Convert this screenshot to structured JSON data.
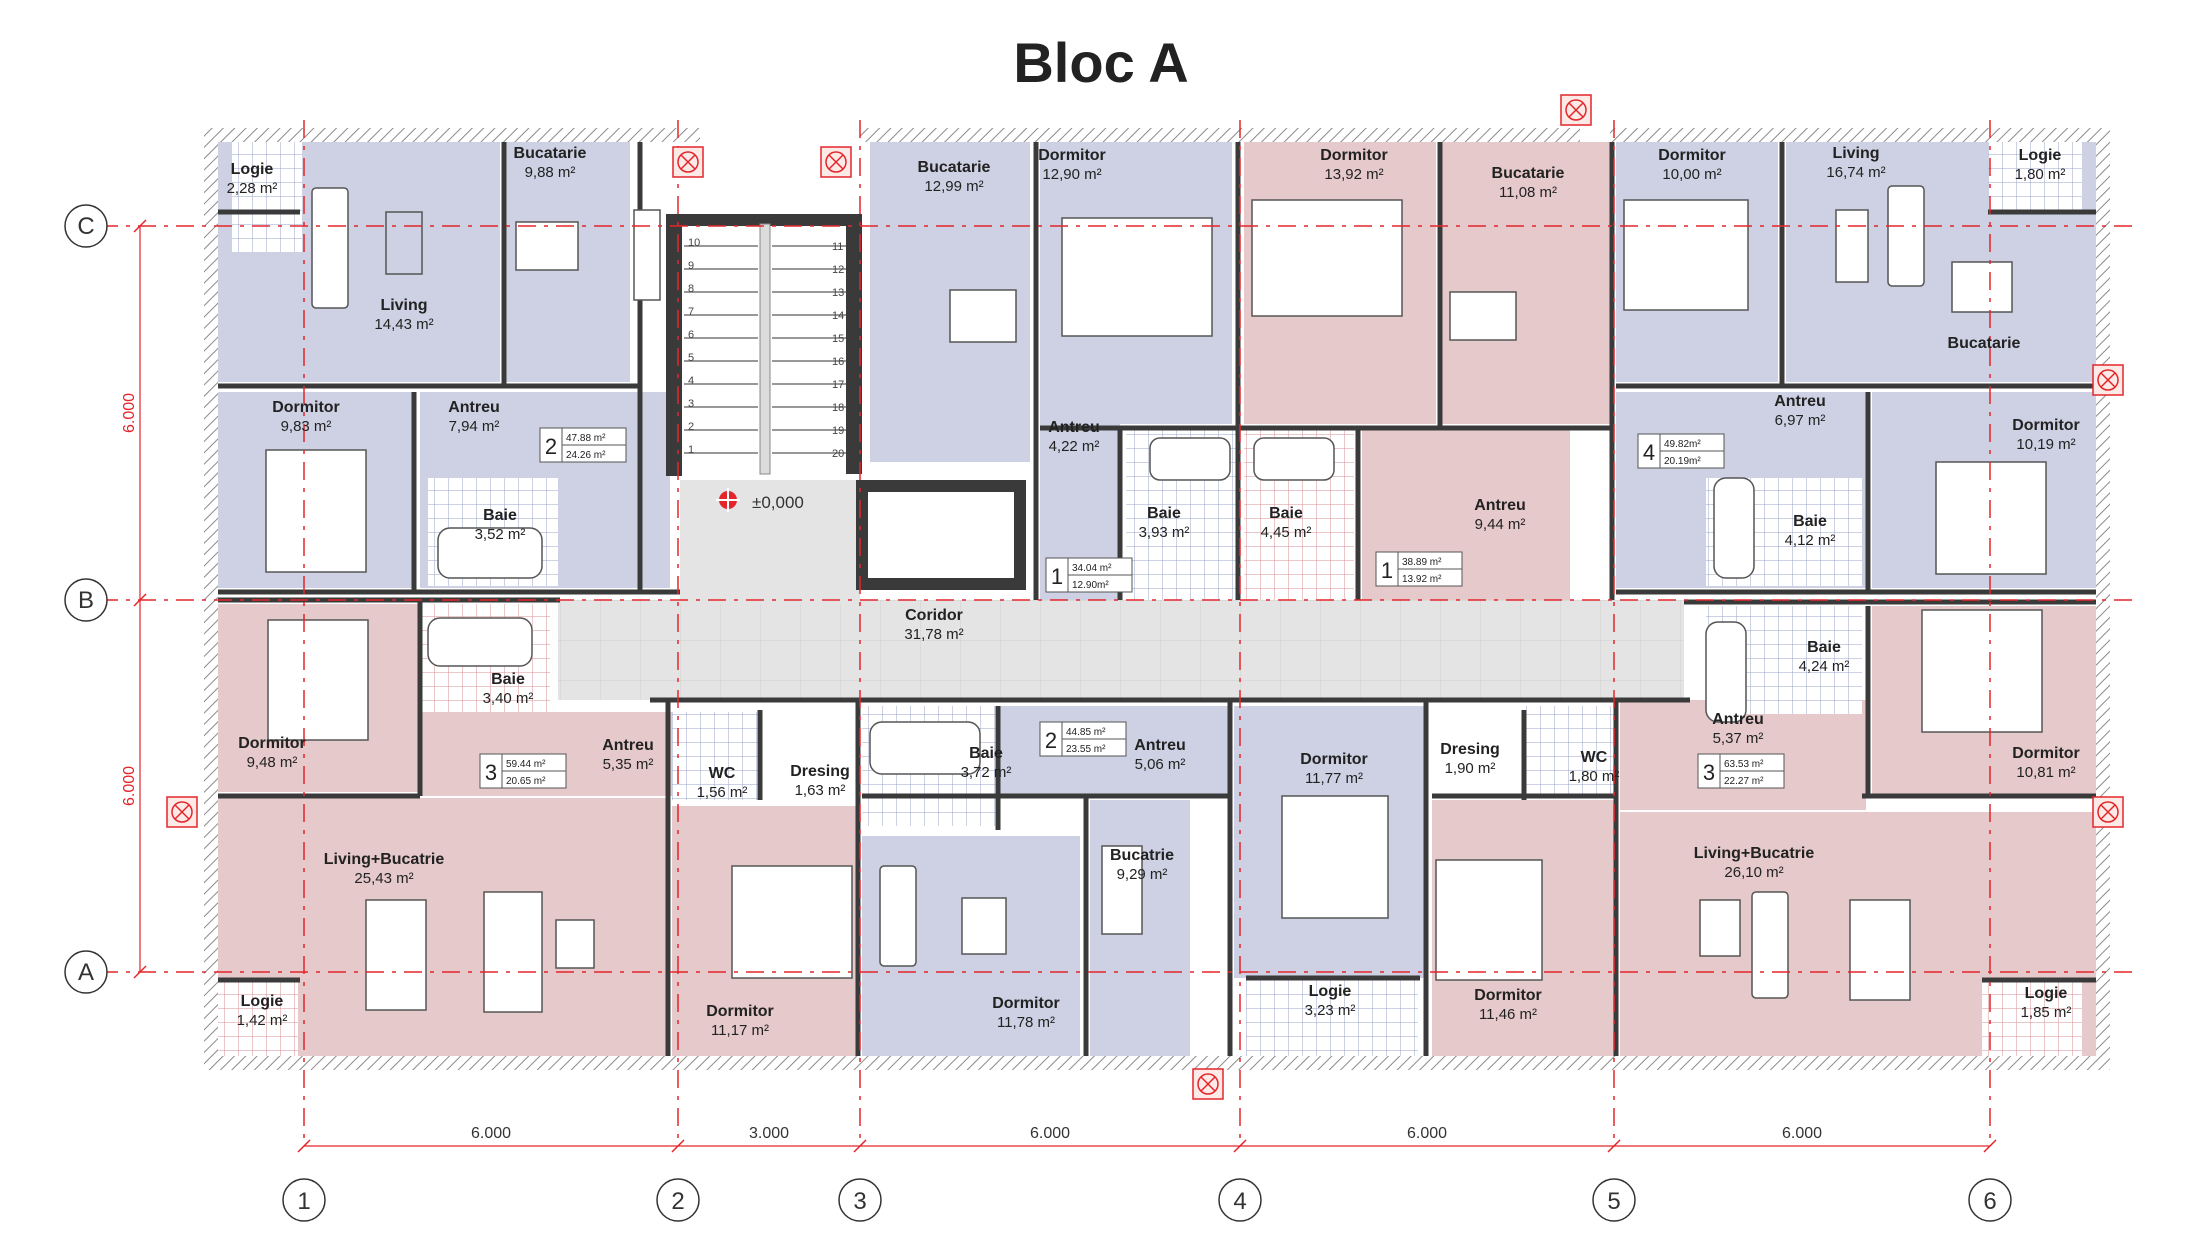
{
  "title": "Bloc A",
  "axes": {
    "rows": [
      "C",
      "B",
      "A"
    ],
    "cols": [
      "1",
      "2",
      "3",
      "4",
      "5",
      "6"
    ],
    "col_spans": [
      "6.000",
      "3.000",
      "6.000",
      "6.000",
      "6.000"
    ],
    "row_spans": [
      "6.000",
      "6.000"
    ]
  },
  "elevation": "±0,000",
  "colors": {
    "blue": "#cdd1e3",
    "pink": "#e6c9cb",
    "grey": "#e2e2e2",
    "wall": "#3a3a3a",
    "axis": "#e3262b"
  },
  "rooms": [
    {
      "name": "Logie",
      "area": "2,28 m²",
      "tone": "white"
    },
    {
      "name": "Living",
      "area": "14,43 m²",
      "tone": "blue"
    },
    {
      "name": "Bucatarie",
      "area": "9,88 m²",
      "tone": "blue"
    },
    {
      "name": "Dormitor",
      "area": "9,83 m²",
      "tone": "blue"
    },
    {
      "name": "Antreu",
      "area": "7,94 m²",
      "tone": "blue"
    },
    {
      "name": "Baie",
      "area": "3,52 m²",
      "tone": "white"
    },
    {
      "name": "Bucatarie",
      "area": "12,99 m²",
      "tone": "blue"
    },
    {
      "name": "Dormitor",
      "area": "12,90 m²",
      "tone": "blue"
    },
    {
      "name": "Antreu",
      "area": "4,22 m²",
      "tone": "blue"
    },
    {
      "name": "Baie",
      "area": "3,93 m²",
      "tone": "white"
    },
    {
      "name": "Dormitor",
      "area": "13,92 m²",
      "tone": "pink"
    },
    {
      "name": "Bucatarie",
      "area": "11,08 m²",
      "tone": "pink"
    },
    {
      "name": "Baie",
      "area": "4,45 m²",
      "tone": "white"
    },
    {
      "name": "Antreu",
      "area": "9,44 m²",
      "tone": "pink"
    },
    {
      "name": "Dormitor",
      "area": "10,00 m²",
      "tone": "blue"
    },
    {
      "name": "Living",
      "area": "16,74 m²",
      "tone": "blue"
    },
    {
      "name": "Logie",
      "area": "1,80 m²",
      "tone": "white"
    },
    {
      "name": "Bucatarie",
      "area": "",
      "tone": "blue"
    },
    {
      "name": "Antreu",
      "area": "6,97 m²",
      "tone": "blue"
    },
    {
      "name": "Dormitor",
      "area": "10,19 m²",
      "tone": "blue"
    },
    {
      "name": "Baie",
      "area": "4,12 m²",
      "tone": "white"
    },
    {
      "name": "Coridor",
      "area": "31,78 m²",
      "tone": "grey"
    },
    {
      "name": "Baie",
      "area": "3,40 m²",
      "tone": "white"
    },
    {
      "name": "Dormitor",
      "area": "9,48 m²",
      "tone": "pink"
    },
    {
      "name": "Antreu",
      "area": "5,35 m²",
      "tone": "pink"
    },
    {
      "name": "WC",
      "area": "1,56 m²",
      "tone": "white"
    },
    {
      "name": "Dresing",
      "area": "1,63 m²",
      "tone": "white"
    },
    {
      "name": "Baie",
      "area": "3,72 m²",
      "tone": "white"
    },
    {
      "name": "Antreu",
      "area": "5,06 m²",
      "tone": "blue"
    },
    {
      "name": "Dormitor",
      "area": "11,77 m²",
      "tone": "blue"
    },
    {
      "name": "Dresing",
      "area": "1,90 m²",
      "tone": "white"
    },
    {
      "name": "WC",
      "area": "1,80 m²",
      "tone": "white"
    },
    {
      "name": "Antreu",
      "area": "5,37 m²",
      "tone": "pink"
    },
    {
      "name": "Baie",
      "area": "4,24 m²",
      "tone": "white"
    },
    {
      "name": "Dormitor",
      "area": "10,81 m²",
      "tone": "pink"
    },
    {
      "name": "Living+Bucatrie",
      "area": "25,43 m²",
      "tone": "pink"
    },
    {
      "name": "Dormitor",
      "area": "11,17 m²",
      "tone": "pink"
    },
    {
      "name": "Dormitor",
      "area": "11,78 m²",
      "tone": "blue"
    },
    {
      "name": "Bucatrie",
      "area": "9,29 m²",
      "tone": "blue"
    },
    {
      "name": "Logie",
      "area": "3,23 m²",
      "tone": "white"
    },
    {
      "name": "Dormitor",
      "area": "11,46 m²",
      "tone": "pink"
    },
    {
      "name": "Living+Bucatrie",
      "area": "26,10 m²",
      "tone": "pink"
    },
    {
      "name": "Logie",
      "area": "1,42 m²",
      "tone": "white"
    },
    {
      "name": "Logie",
      "area": "1,85 m²",
      "tone": "white"
    }
  ],
  "apartments": [
    {
      "rooms": "2",
      "total": "47.88 m²",
      "living": "24.26 m²"
    },
    {
      "rooms": "1",
      "total": "34.04 m²",
      "living": "12.90m²"
    },
    {
      "rooms": "1",
      "total": "38.89 m²",
      "living": "13.92 m²"
    },
    {
      "rooms": "4",
      "total": "49.82m²",
      "living": "20.19m²"
    },
    {
      "rooms": "3",
      "total": "59.44 m²",
      "living": "20.65 m²"
    },
    {
      "rooms": "2",
      "total": "44.85 m²",
      "living": "23.55 m²"
    },
    {
      "rooms": "3",
      "total": "63.53 m²",
      "living": "22.27 m²"
    }
  ],
  "stair_numbers": [
    "10",
    "9",
    "8",
    "7",
    "6",
    "5",
    "4",
    "3",
    "2",
    "1",
    "11",
    "12",
    "13",
    "14",
    "15",
    "16",
    "17",
    "18",
    "19",
    "20"
  ]
}
